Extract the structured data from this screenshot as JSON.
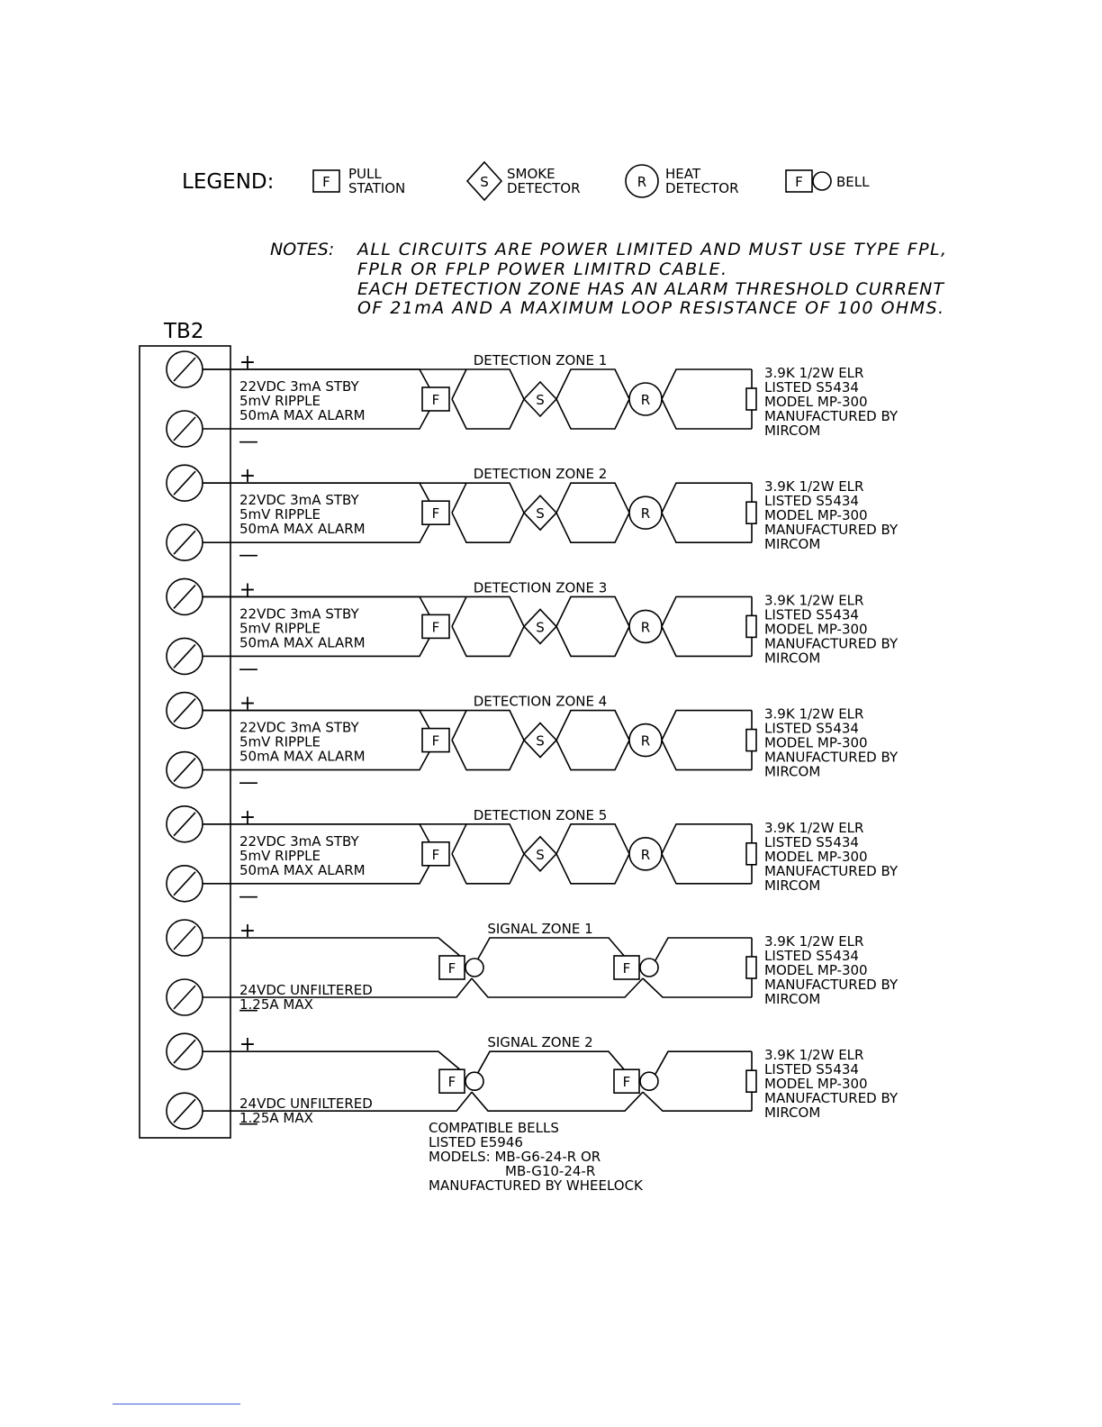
{
  "legend": {
    "title": "LEGEND:",
    "pull": {
      "symbol": "F",
      "line1": "PULL",
      "line2": "STATION",
      "icon": "pull-station-square"
    },
    "smoke": {
      "symbol": "S",
      "line1": "SMOKE",
      "line2": "DETECTOR",
      "icon": "smoke-detector-diamond"
    },
    "heat": {
      "symbol": "R",
      "line1": "HEAT",
      "line2": "DETECTOR",
      "icon": "heat-detector-circle"
    },
    "bell": {
      "symbol": "F",
      "label": "BELL",
      "icon": "bell-square-circle"
    }
  },
  "notes": {
    "label": "NOTES:",
    "lines": [
      "ALL CIRCUITS ARE POWER LIMITED AND MUST USE TYPE FPL,",
      "FPLR OR FPLP POWER LIMITRD CABLE.",
      "EACH DETECTION ZONE HAS AN ALARM THRESHOLD CURRENT",
      "OF 21mA AND A MAXIMUM LOOP RESISTANCE OF 100 OHMS."
    ]
  },
  "terminal_block": {
    "label": "TB2",
    "plus": "+",
    "minus": "—"
  },
  "zones": [
    {
      "title": "DETECTION ZONE 1",
      "kind": "detection",
      "spec": [
        "22VDC 3mA STBY",
        "5mV RIPPLE",
        "50mA MAX ALARM"
      ],
      "devices": [
        "F",
        "S",
        "R"
      ]
    },
    {
      "title": "DETECTION ZONE 2",
      "kind": "detection",
      "spec": [
        "22VDC 3mA STBY",
        "5mV RIPPLE",
        "50mA MAX ALARM"
      ],
      "devices": [
        "F",
        "S",
        "R"
      ]
    },
    {
      "title": "DETECTION ZONE 3",
      "kind": "detection",
      "spec": [
        "22VDC 3mA STBY",
        "5mV RIPPLE",
        "50mA MAX ALARM"
      ],
      "devices": [
        "F",
        "S",
        "R"
      ]
    },
    {
      "title": "DETECTION ZONE 4",
      "kind": "detection",
      "spec": [
        "22VDC 3mA STBY",
        "5mV RIPPLE",
        "50mA MAX ALARM"
      ],
      "devices": [
        "F",
        "S",
        "R"
      ]
    },
    {
      "title": "DETECTION ZONE 5",
      "kind": "detection",
      "spec": [
        "22VDC 3mA STBY",
        "5mV RIPPLE",
        "50mA MAX ALARM"
      ],
      "devices": [
        "F",
        "S",
        "R"
      ]
    },
    {
      "title": "SIGNAL ZONE 1",
      "kind": "signal",
      "spec": [
        "24VDC UNFILTERED",
        "1.25A MAX"
      ],
      "devices": [
        "F",
        "F"
      ]
    },
    {
      "title": "SIGNAL ZONE 2",
      "kind": "signal",
      "spec": [
        "24VDC UNFILTERED",
        "1.25A MAX"
      ],
      "devices": [
        "F",
        "F"
      ]
    }
  ],
  "elr": [
    "3.9K 1/2W ELR",
    "LISTED S5434",
    "MODEL MP-300",
    "MANUFACTURED BY",
    "MIRCOM"
  ],
  "bells_note": [
    "COMPATIBLE BELLS",
    "LISTED E5946",
    "MODELS: MB-G6-24-R OR",
    "MB-G10-24-R",
    "MANUFACTURED BY WHEELOCK"
  ]
}
